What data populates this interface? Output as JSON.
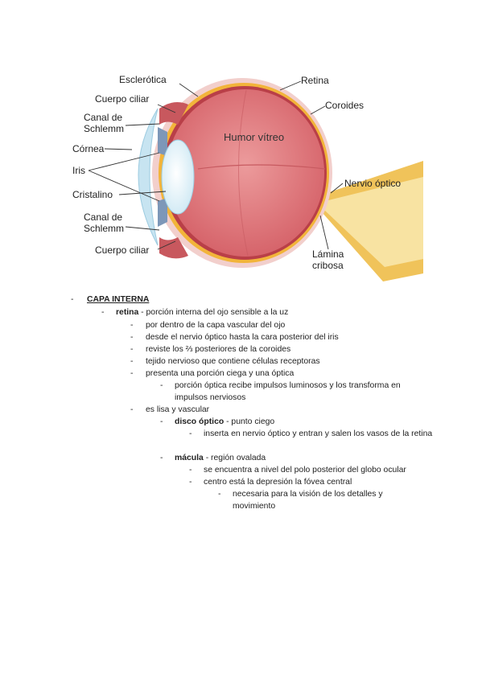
{
  "figure": {
    "labels": {
      "esclerotica": "Esclerótica",
      "cuerpo_ciliar_top": "Cuerpo ciliar",
      "canal_top_1": "Canal de",
      "canal_top_2": "Schlemm",
      "cornea": "Córnea",
      "iris": "Iris",
      "cristalino": "Cristalino",
      "canal_bottom_1": "Canal de",
      "canal_bottom_2": "Schlemm",
      "cuerpo_ciliar_bottom": "Cuerpo ciliar",
      "retina": "Retina",
      "coroides": "Coroides",
      "humor_vitreo": "Humor vítreo",
      "nervio_optico": "Nervio óptico",
      "lamina_1": "Lámina",
      "lamina_2": "cribosa"
    },
    "colors": {
      "sclera": "#f4d6d4",
      "choroid": "#f2b43a",
      "retina": "#c84a52",
      "vitreous": "#e07d80",
      "lens": "#eaf6fb",
      "cornea": "#c9e6f3",
      "iris": "#8fa8c4",
      "nerve": "#f6d57a"
    }
  },
  "notes": {
    "l0_dash": "-",
    "capa_interna": "CAPA INTERNA",
    "retina_term": "retina",
    "retina_def": " - porción interna del ojo sensible a la uz",
    "i1": "por dentro de la capa vascular del ojo",
    "i2": "desde el nervio óptico hasta la cara posterior del iris",
    "i3": "reviste los ⅔ posteriores de la coroides",
    "i4": "tejido nervioso que contiene células receptoras",
    "i5": "presenta una porción ciega y una óptica",
    "i5a": "porción óptica recibe impulsos luminosos y los transforma en impulsos nerviosos",
    "i6": "es lisa y vascular",
    "disco_term": "disco óptico",
    "disco_def": " - punto ciego",
    "disco_a": "inserta en nervio óptico y entran y salen los vasos de la retina",
    "macula_term": "mácula",
    "macula_def": " - región ovalada",
    "macula_a": "se encuentra a nivel del polo posterior del globo ocular",
    "macula_b": "centro está la depresión la fóvea central",
    "macula_b1": "necesaria para la visión de los detalles y movimiento"
  }
}
